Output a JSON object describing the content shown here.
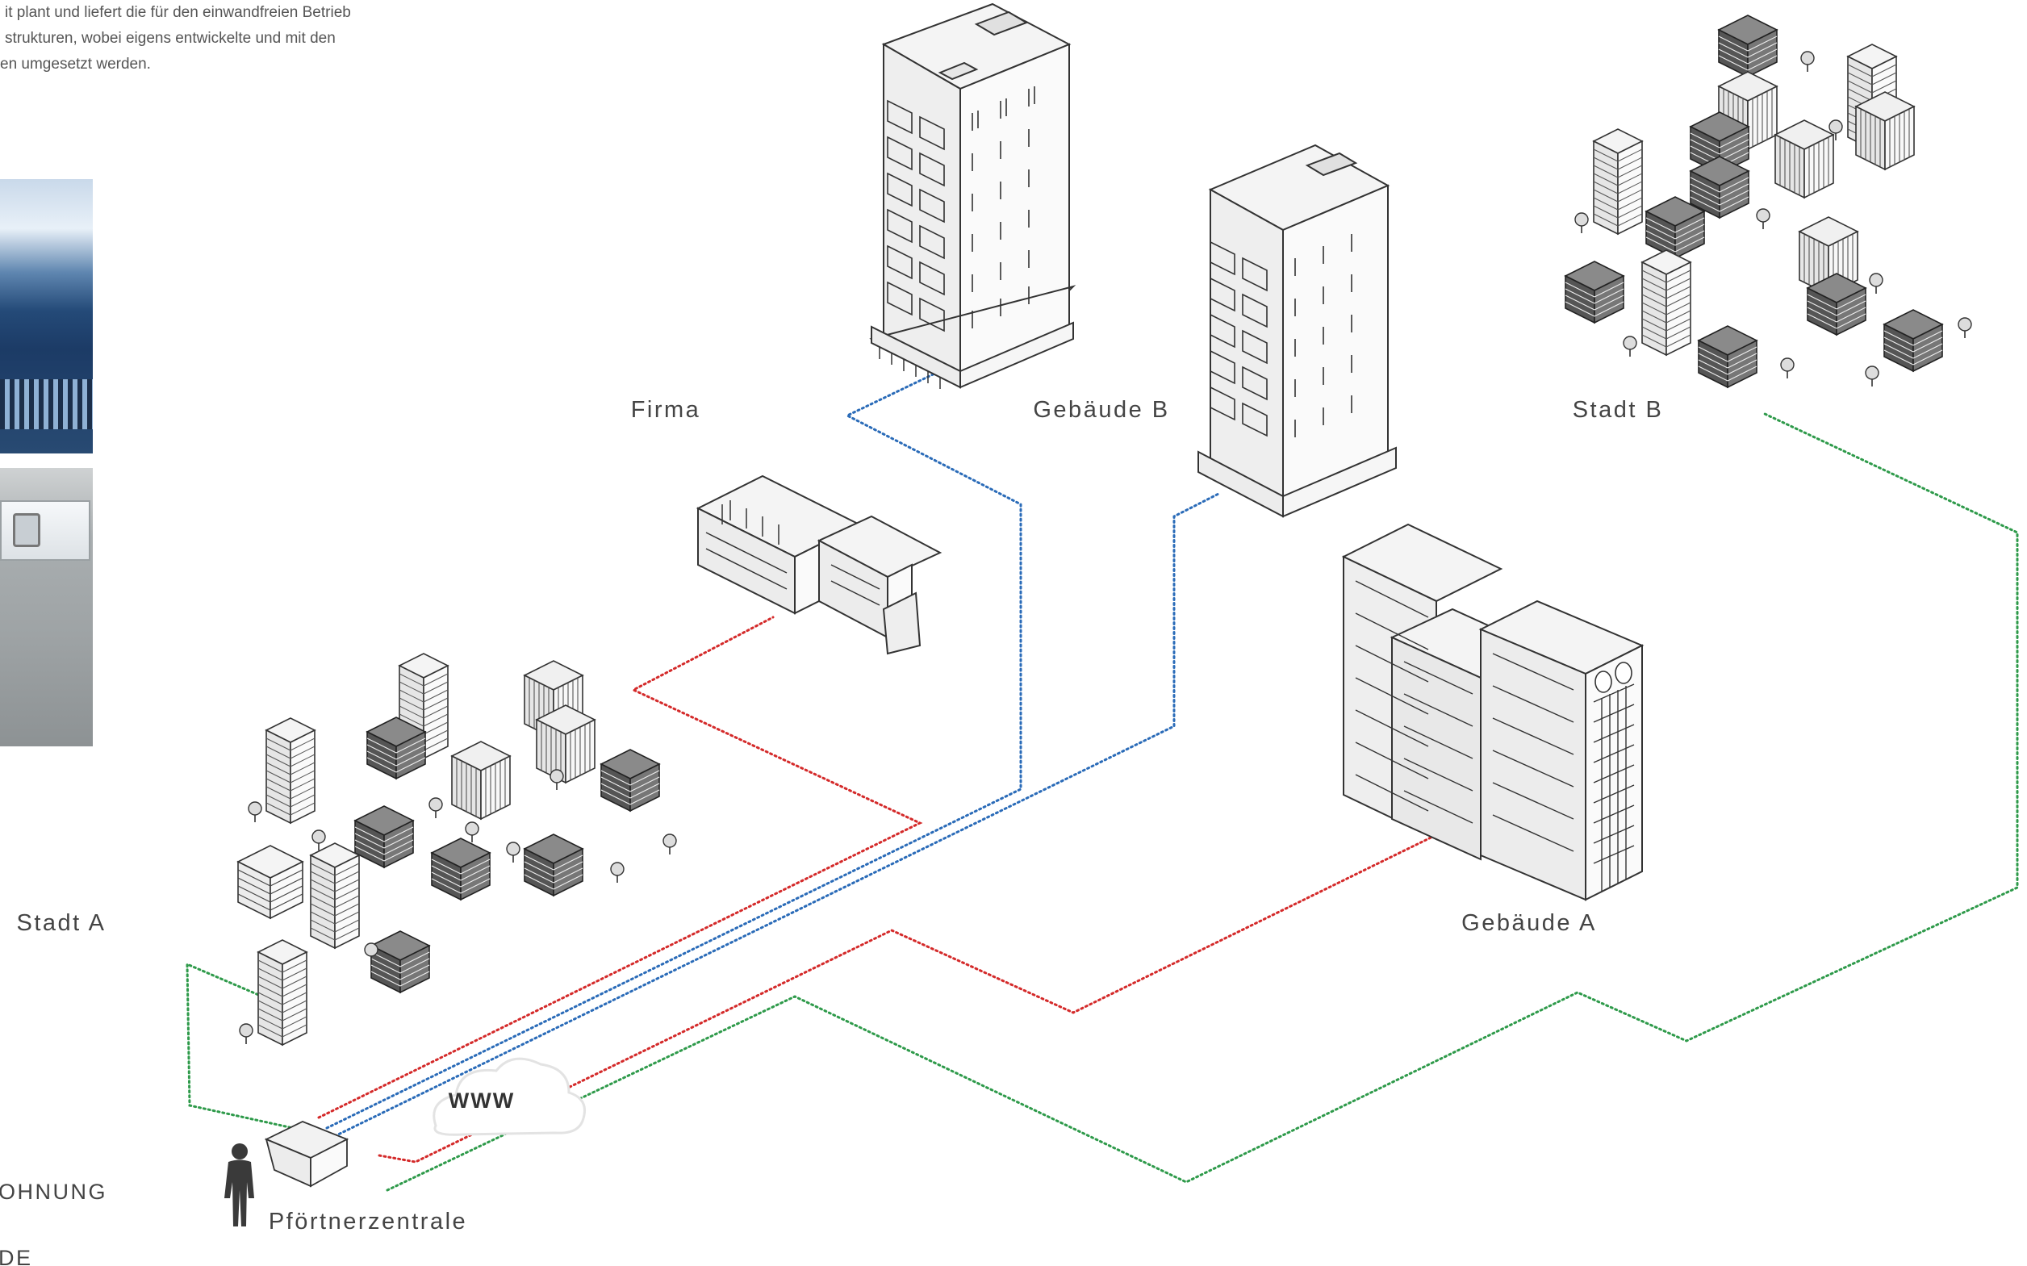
{
  "intro": {
    "line1": "it plant und liefert die für den einwandfreien Betrieb",
    "line2": "strukturen, wobei eigens entwickelte und mit den",
    "line3": "en umgesetzt werden."
  },
  "locations": {
    "firma": "Firma",
    "gebaeude_b": "Gebäude B",
    "stadt_b": "Stadt B",
    "stadt_a": "Stadt A",
    "gebaeude_a": "Gebäude A",
    "pfoertnerzentrale": "Pförtnerzentrale"
  },
  "cloud": {
    "label": "WWW"
  },
  "sidebar_menu": {
    "item1": "OHNUNG",
    "item2": "DE"
  },
  "colors": {
    "red": "#d42a2a",
    "blue": "#2a6bb8",
    "green": "#2e9a4a",
    "line_art": "#333333"
  },
  "icons": {
    "person": "person-silhouette-icon",
    "cloud": "cloud-icon"
  }
}
